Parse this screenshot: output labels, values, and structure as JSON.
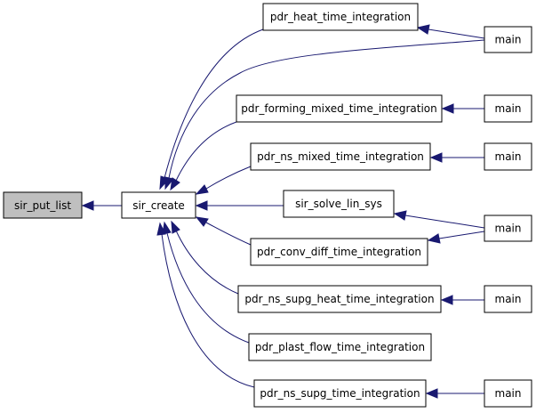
{
  "graph": {
    "edge_color": "#191970",
    "root_fill": "#bfbfbf",
    "node_fill": "#ffffff",
    "nodes": {
      "sir_put_list": "sir_put_list",
      "sir_create": "sir_create",
      "pdr_heat_time_integration": "pdr_heat_time_integration",
      "pdr_forming_mixed_time_integration": "pdr_forming_mixed_time_integration",
      "pdr_ns_mixed_time_integration": "pdr_ns_mixed_time_integration",
      "sir_solve_lin_sys": "sir_solve_lin_sys",
      "pdr_conv_diff_time_integration": "pdr_conv_diff_time_integration",
      "pdr_ns_supg_heat_time_integration": "pdr_ns_supg_heat_time_integration",
      "pdr_plast_flow_time_integration": "pdr_plast_flow_time_integration",
      "pdr_ns_supg_time_integration": "pdr_ns_supg_time_integration",
      "main_1": "main",
      "main_2": "main",
      "main_3": "main",
      "main_4": "main",
      "main_5": "main",
      "main_6": "main"
    }
  }
}
